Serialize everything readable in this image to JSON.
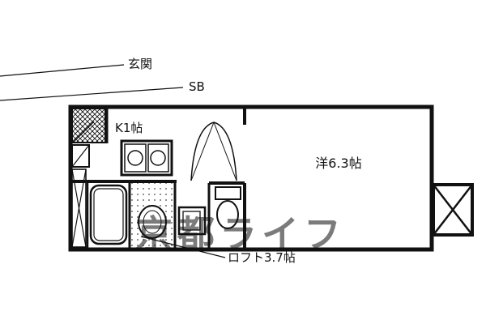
{
  "colors": {
    "wall": "#111111",
    "watermark": "#a0a0a0",
    "background": "#ffffff"
  },
  "labels": {
    "entrance": "玄関",
    "shoe_box": "SB",
    "kitchen": "K1帖",
    "main_room": "洋6.3帖",
    "loft": "ロフト3.7帖"
  },
  "watermark": {
    "text": "京都ライフ"
  }
}
